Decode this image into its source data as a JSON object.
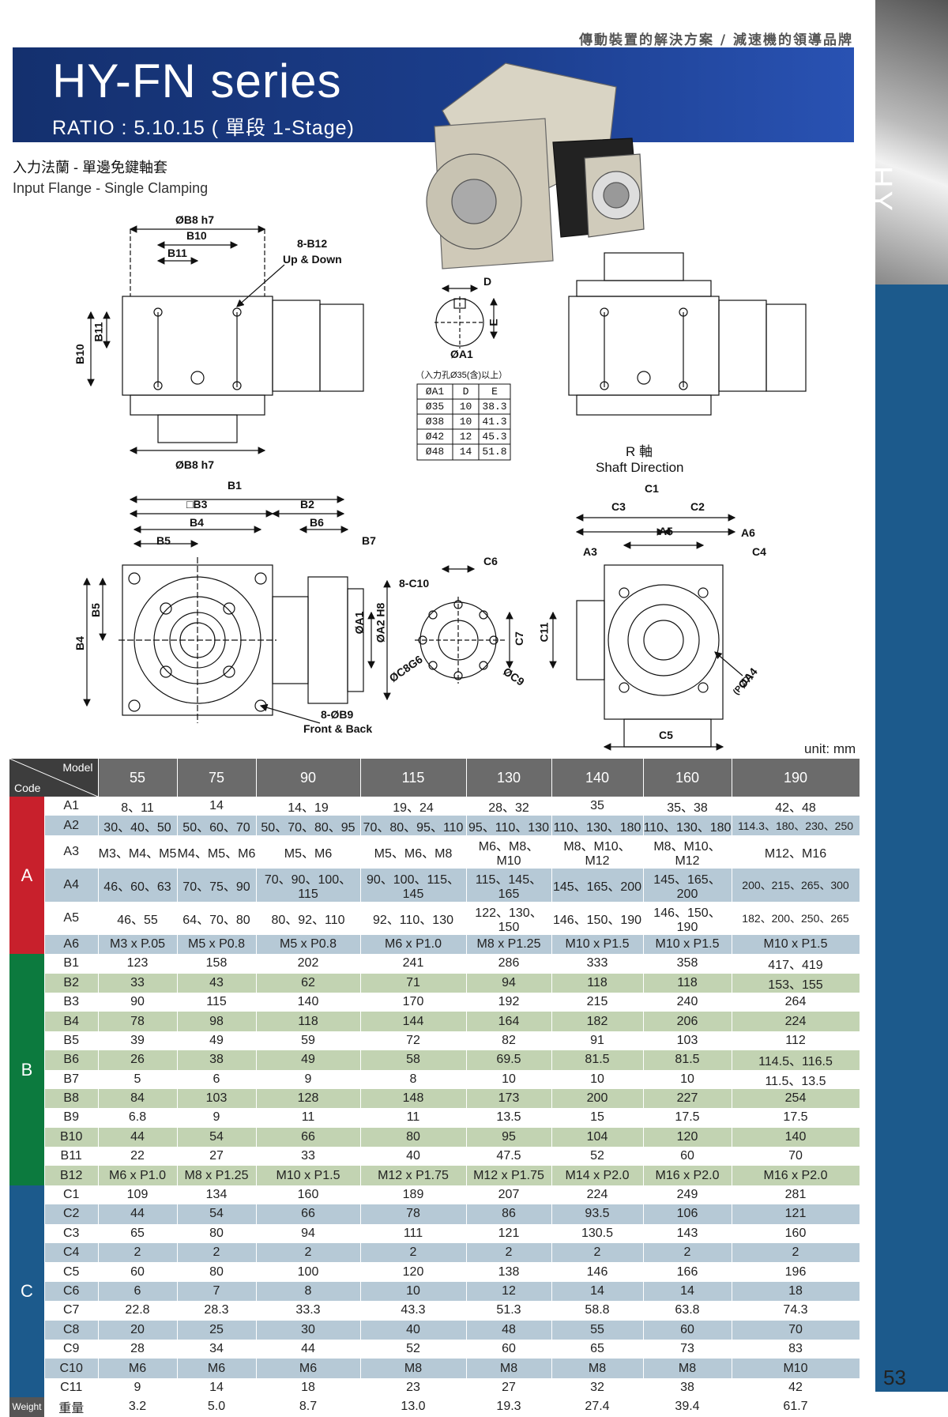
{
  "header": {
    "tagline": "傳動裝置的解決方案 / 減速機的領導品牌",
    "title": "HY-FN series",
    "ratio": "RATIO : 5.10.15 ( 單段 1-Stage)"
  },
  "sidebar": {
    "label": "HY"
  },
  "subtitle": {
    "zh": "入力法蘭 - 單邊免鍵軸套",
    "en": "Input Flange - Single Clamping"
  },
  "drawing_labels": {
    "b8h7_top": "ØB8 h7",
    "b10": "B10",
    "b11": "B11",
    "b12": "8-B12",
    "updown": "Up & Down",
    "b10v": "B10",
    "b11v": "B11",
    "b8h7_bot": "ØB8 h7",
    "d": "D",
    "e": "E",
    "a1": "ØA1",
    "shaft_note": "（入力孔Ø35(含)以上）",
    "r_axis": "R 軸",
    "shaft_dir": "Shaft Direction",
    "b1": "B1",
    "b3": "□B3",
    "b2": "B2",
    "b4": "B4",
    "b6": "B6",
    "b5": "B5",
    "b7": "B7",
    "b5v": "B5",
    "b4v": "B4",
    "a1v": "ØA1",
    "a2v": "ØA2 H8",
    "c10": "8-C10",
    "c6": "C6",
    "c8": "ØC8G6",
    "c9": "ØC9",
    "c7": "C7",
    "c11": "C11",
    "b9": "8-ØB9",
    "frontback": "Front & Back",
    "c1": "C1",
    "c3": "C3",
    "c2": "C2",
    "a5": "A5",
    "a6": "A6",
    "c4": "C4",
    "a3": "A3",
    "a4": "ØA4",
    "pcd": "(PCD)",
    "c5": "C5"
  },
  "shaft_table": {
    "headers": [
      "ØA1",
      "D",
      "E"
    ],
    "rows": [
      [
        "Ø35",
        "10",
        "38.3"
      ],
      [
        "Ø38",
        "10",
        "41.3"
      ],
      [
        "Ø42",
        "12",
        "45.3"
      ],
      [
        "Ø48",
        "14",
        "51.8"
      ]
    ]
  },
  "unit": "unit: mm",
  "spec": {
    "model_label": "Model",
    "code_label": "Code",
    "models": [
      "55",
      "75",
      "90",
      "115",
      "130",
      "140",
      "160",
      "190"
    ],
    "groups": [
      {
        "name": "A",
        "rows": [
          {
            "code": "A1",
            "v": [
              "8、11",
              "14",
              "14、19",
              "19、24",
              "28、32",
              "35",
              "35、38",
              "42、48"
            ]
          },
          {
            "code": "A2",
            "v": [
              "30、40、50",
              "50、60、70",
              "50、70、80、95",
              "70、80、95、110",
              "95、110、130",
              "110、130、180",
              "110、130、180",
              "114.3、180、230、250"
            ]
          },
          {
            "code": "A3",
            "v": [
              "M3、M4、M5",
              "M4、M5、M6",
              "M5、M6",
              "M5、M6、M8",
              "M6、M8、M10",
              "M8、M10、M12",
              "M8、M10、M12",
              "M12、M16"
            ]
          },
          {
            "code": "A4",
            "v": [
              "46、60、63",
              "70、75、90",
              "70、90、100、115",
              "90、100、115、145",
              "115、145、165",
              "145、165、200",
              "145、165、200",
              "200、215、265、300"
            ]
          },
          {
            "code": "A5",
            "v": [
              "46、55",
              "64、70、80",
              "80、92、110",
              "92、110、130",
              "122、130、150",
              "146、150、190",
              "146、150、190",
              "182、200、250、265"
            ]
          },
          {
            "code": "A6",
            "v": [
              "M3 x P.05",
              "M5 x P0.8",
              "M5 x P0.8",
              "M6 x P1.0",
              "M8 x P1.25",
              "M10 x P1.5",
              "M10 x P1.5",
              "M10 x P1.5"
            ]
          }
        ]
      },
      {
        "name": "B",
        "rows": [
          {
            "code": "B1",
            "v": [
              "123",
              "158",
              "202",
              "241",
              "286",
              "333",
              "358",
              "417、419"
            ]
          },
          {
            "code": "B2",
            "v": [
              "33",
              "43",
              "62",
              "71",
              "94",
              "118",
              "118",
              "153、155"
            ]
          },
          {
            "code": "B3",
            "v": [
              "90",
              "115",
              "140",
              "170",
              "192",
              "215",
              "240",
              "264"
            ]
          },
          {
            "code": "B4",
            "v": [
              "78",
              "98",
              "118",
              "144",
              "164",
              "182",
              "206",
              "224"
            ]
          },
          {
            "code": "B5",
            "v": [
              "39",
              "49",
              "59",
              "72",
              "82",
              "91",
              "103",
              "112"
            ]
          },
          {
            "code": "B6",
            "v": [
              "26",
              "38",
              "49",
              "58",
              "69.5",
              "81.5",
              "81.5",
              "114.5、116.5"
            ]
          },
          {
            "code": "B7",
            "v": [
              "5",
              "6",
              "9",
              "8",
              "10",
              "10",
              "10",
              "11.5、13.5"
            ]
          },
          {
            "code": "B8",
            "v": [
              "84",
              "103",
              "128",
              "148",
              "173",
              "200",
              "227",
              "254"
            ]
          },
          {
            "code": "B9",
            "v": [
              "6.8",
              "9",
              "11",
              "11",
              "13.5",
              "15",
              "17.5",
              "17.5"
            ]
          },
          {
            "code": "B10",
            "v": [
              "44",
              "54",
              "66",
              "80",
              "95",
              "104",
              "120",
              "140"
            ]
          },
          {
            "code": "B11",
            "v": [
              "22",
              "27",
              "33",
              "40",
              "47.5",
              "52",
              "60",
              "70"
            ]
          },
          {
            "code": "B12",
            "v": [
              "M6 x P1.0",
              "M8 x P1.25",
              "M10 x P1.5",
              "M12 x P1.75",
              "M12 x P1.75",
              "M14 x P2.0",
              "M16 x P2.0",
              "M16 x P2.0"
            ]
          }
        ]
      },
      {
        "name": "C",
        "rows": [
          {
            "code": "C1",
            "v": [
              "109",
              "134",
              "160",
              "189",
              "207",
              "224",
              "249",
              "281"
            ]
          },
          {
            "code": "C2",
            "v": [
              "44",
              "54",
              "66",
              "78",
              "86",
              "93.5",
              "106",
              "121"
            ]
          },
          {
            "code": "C3",
            "v": [
              "65",
              "80",
              "94",
              "111",
              "121",
              "130.5",
              "143",
              "160"
            ]
          },
          {
            "code": "C4",
            "v": [
              "2",
              "2",
              "2",
              "2",
              "2",
              "2",
              "2",
              "2"
            ]
          },
          {
            "code": "C5",
            "v": [
              "60",
              "80",
              "100",
              "120",
              "138",
              "146",
              "166",
              "196"
            ]
          },
          {
            "code": "C6",
            "v": [
              "6",
              "7",
              "8",
              "10",
              "12",
              "14",
              "14",
              "18"
            ]
          },
          {
            "code": "C7",
            "v": [
              "22.8",
              "28.3",
              "33.3",
              "43.3",
              "51.3",
              "58.8",
              "63.8",
              "74.3"
            ]
          },
          {
            "code": "C8",
            "v": [
              "20",
              "25",
              "30",
              "40",
              "48",
              "55",
              "60",
              "70"
            ]
          },
          {
            "code": "C9",
            "v": [
              "28",
              "34",
              "44",
              "52",
              "60",
              "65",
              "73",
              "83"
            ]
          },
          {
            "code": "C10",
            "v": [
              "M6",
              "M6",
              "M6",
              "M8",
              "M8",
              "M8",
              "M8",
              "M10"
            ]
          },
          {
            "code": "C11",
            "v": [
              "9",
              "14",
              "18",
              "23",
              "27",
              "32",
              "38",
              "42"
            ]
          }
        ]
      },
      {
        "name": "Weight",
        "rows": [
          {
            "code": "重量",
            "v": [
              "3.2",
              "5.0",
              "8.7",
              "13.0",
              "19.3",
              "27.4",
              "39.4",
              "61.7"
            ]
          }
        ]
      }
    ]
  },
  "page_number": "53",
  "colors": {
    "banner": "#1b3d8b",
    "groupA": "#c8202c",
    "groupB": "#0c7a3e",
    "groupC": "#1c5a8c",
    "rowAlt": "#b6c9d6",
    "rowAltB": "#c2d3b2"
  }
}
